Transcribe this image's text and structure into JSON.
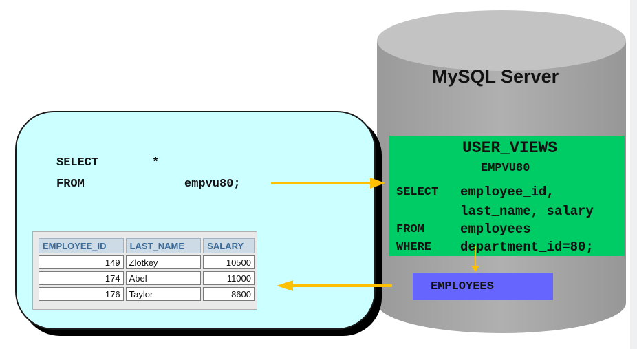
{
  "client_query": {
    "select_kw": "SELECT",
    "star": "*",
    "from_kw": "FROM",
    "view_name": "empvu80;"
  },
  "result_table": {
    "headers": [
      "EMPLOYEE_ID",
      "LAST_NAME",
      "SALARY"
    ],
    "rows": [
      [
        "149",
        "Zlotkey",
        "10500"
      ],
      [
        "174",
        "Abel",
        "11000"
      ],
      [
        "176",
        "Taylor",
        "8600"
      ]
    ]
  },
  "server": {
    "title": "MySQL Server",
    "dictionary_title": "USER_VIEWS",
    "view_title": "EMPVU80",
    "definition": {
      "select_kw": "SELECT",
      "select_line1": "employee_id,",
      "select_line2": "last_name, salary",
      "from_kw": "FROM",
      "from_table": "employees",
      "where_kw": "WHERE",
      "where_clause": "department_id=80;"
    },
    "base_table": "EMPLOYEES"
  },
  "colors": {
    "client_bg": "#ccffff",
    "view_box": "#00cc66",
    "table_box": "#6666ff",
    "arrow": "#ffc000",
    "cylinder": "#a6a6a6"
  }
}
